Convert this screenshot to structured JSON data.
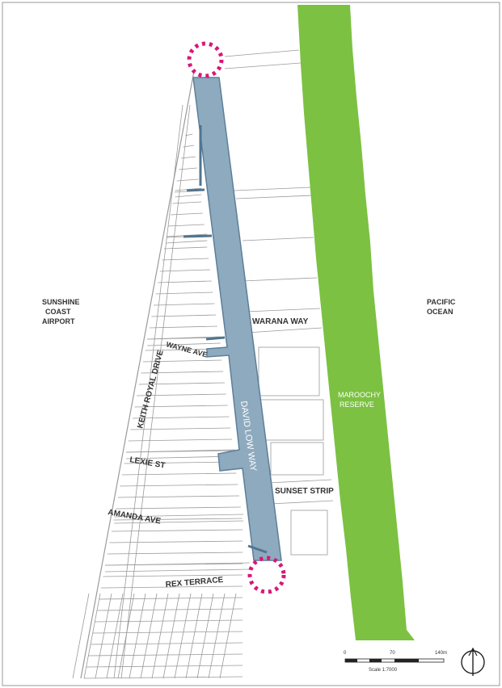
{
  "map": {
    "labels": {
      "airport_1": "SUNSHINE",
      "airport_2": "COAST",
      "airport_3": "AIRPORT",
      "ocean_1": "PACIFIC",
      "ocean_2": "OCEAN",
      "reserve_1": "MAROOCHY",
      "reserve_2": "RESERVE",
      "david_low_way": "DAVID LOW WAY",
      "warana_way": "WARANA WAY",
      "wayne_ave": "WAYNE AVE",
      "keith_royal_drive": "KEITH ROYAL DRIVE",
      "lexie_st": "LEXIE ST",
      "sunset_strip": "SUNSET STRIP",
      "amanda_ave": "AMANDA AVE",
      "rex_terrace": "REX TERRACE"
    },
    "scale": {
      "tick_0": "0",
      "tick_1": "70",
      "tick_2": "140m",
      "label": "Scale 1:7000"
    },
    "colors": {
      "corridor": "#8eaabf",
      "corridor_edge": "#5d7f99",
      "reserve": "#7cc142",
      "marker": "#d6187a",
      "lines": "#9a9a9a"
    },
    "icons": [
      "north-arrow-icon",
      "corridor-end-marker-icon"
    ]
  }
}
